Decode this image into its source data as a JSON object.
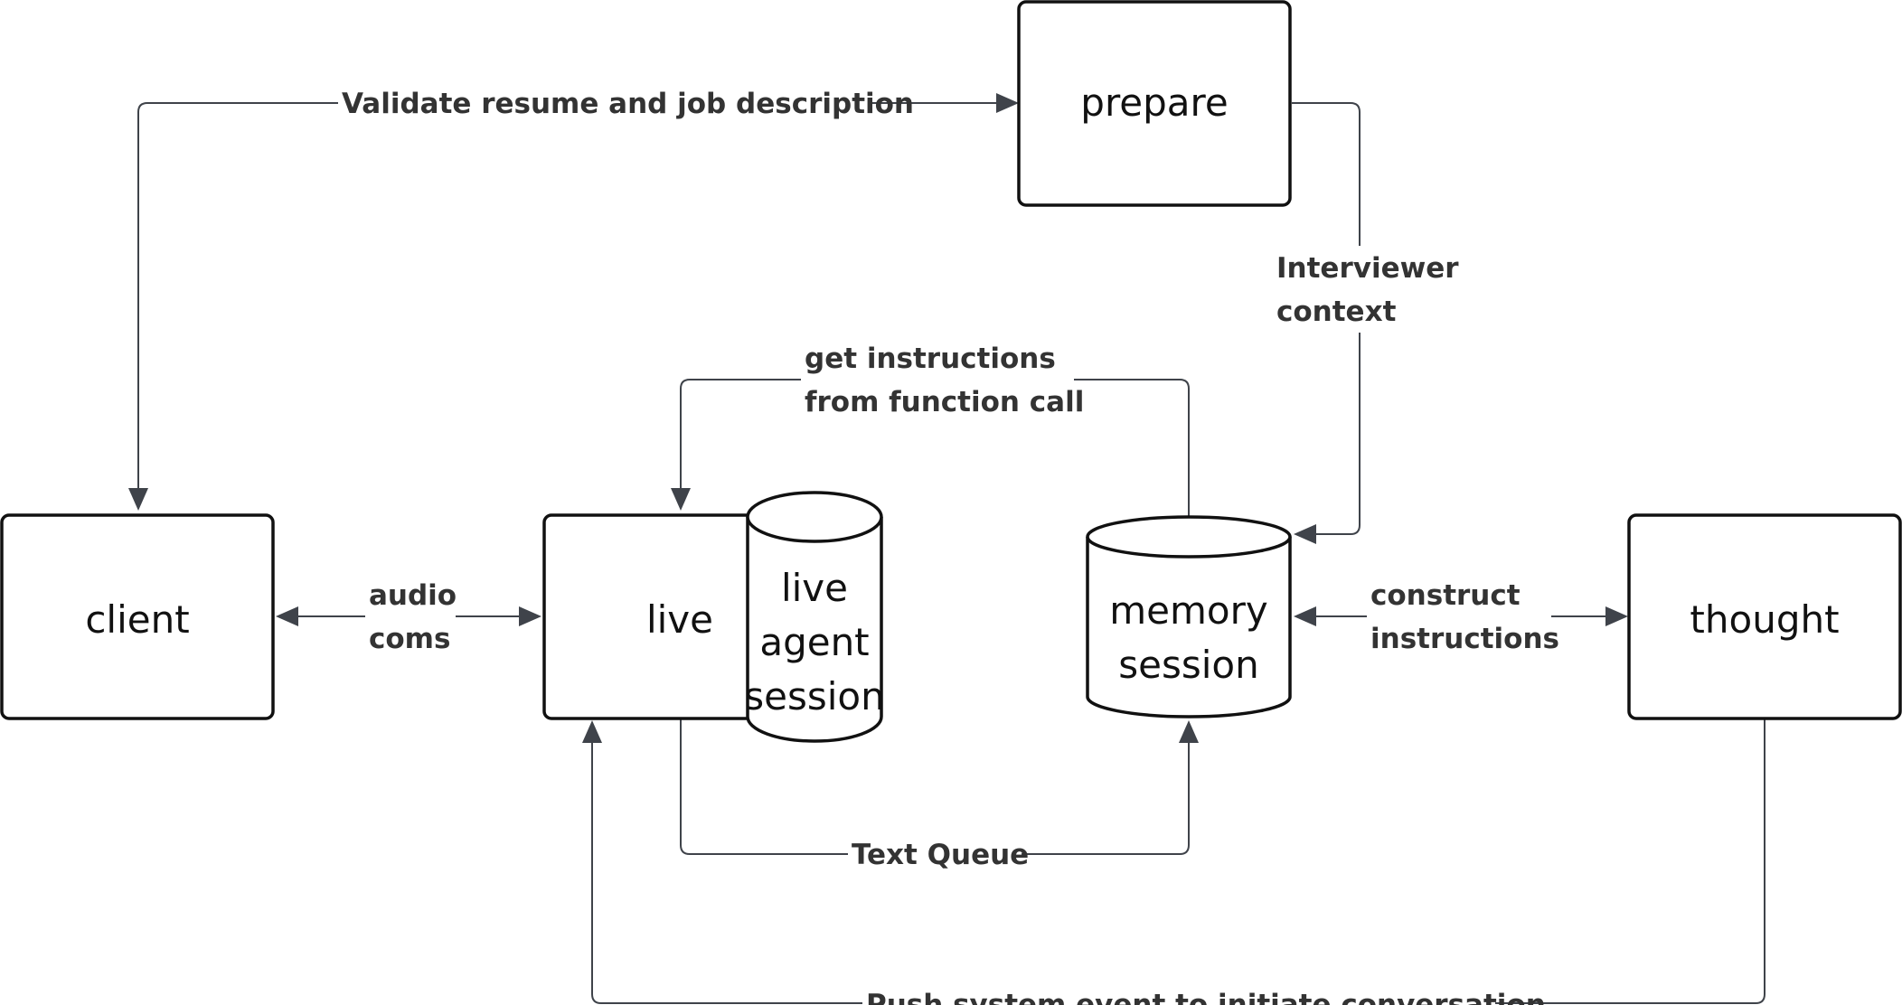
{
  "nodes": {
    "client": "client",
    "live": "live",
    "live_agent_session": [
      "live",
      "agent",
      "session"
    ],
    "prepare": "prepare",
    "memory_session": [
      "memory",
      "session"
    ],
    "thought": "thought"
  },
  "edges": {
    "validate": "Validate resume and job description",
    "interviewer_context": [
      "Interviewer",
      "context"
    ],
    "get_instructions": [
      "get instructions",
      "from function call"
    ],
    "audio_coms": [
      "audio",
      "coms"
    ],
    "construct_instructions": [
      "construct",
      "instructions"
    ],
    "text_queue": "Text Queue",
    "push_event": "Push system event to initiate conversation"
  },
  "colors": {
    "node_border": "#111111",
    "connector": "#3f434a",
    "edge_text": "#333333",
    "background": "#ffffff"
  }
}
